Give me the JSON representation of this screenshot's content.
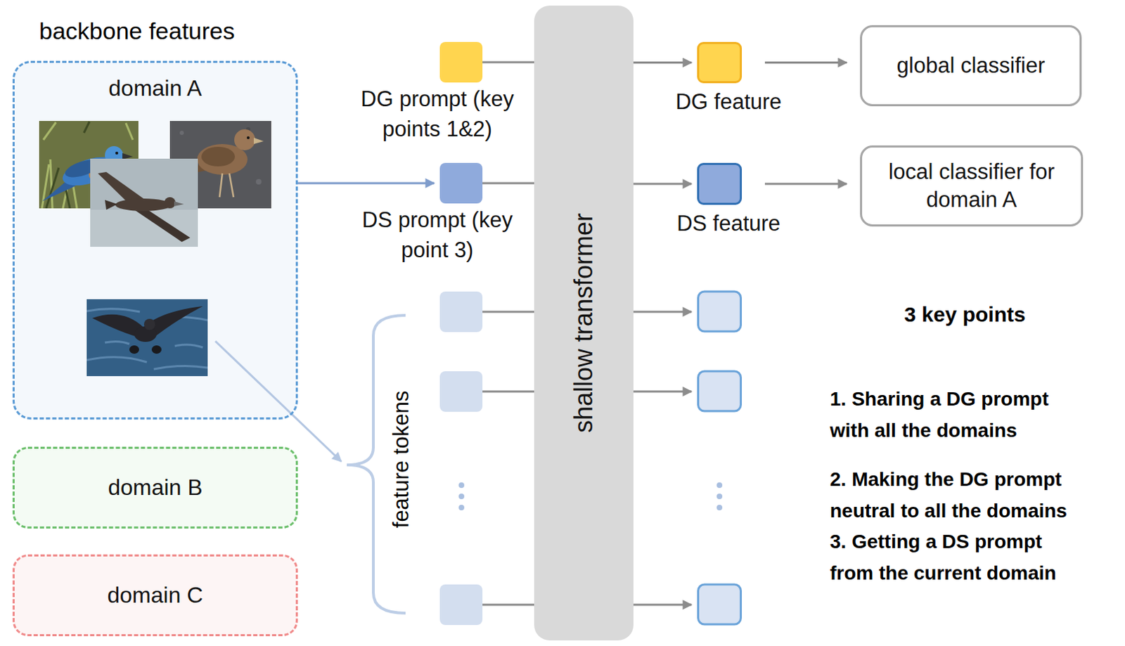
{
  "diagram": {
    "nodes": [
      {
        "text": [
          "domain A"
        ]
      },
      {
        "text": [
          "domain B"
        ]
      },
      {
        "text": [
          "domain C"
        ]
      },
      {
        "text": [
          "DG prompt (key points 1&2)"
        ]
      },
      {
        "text": [
          "DS prompt (key point 3)"
        ]
      },
      {
        "text": [
          "shallow transformer"
        ]
      },
      {
        "text": [
          "DG feature"
        ]
      },
      {
        "text": [
          "DS feature"
        ]
      },
      {
        "text": [
          "global classifier"
        ]
      },
      {
        "text": [
          "local classifier for domain A"
        ]
      }
    ],
    "edges": [
      {
        "from": 0,
        "to": 4,
        "arrow": "to"
      },
      {
        "from": 3,
        "to": 5,
        "arrow": "none"
      },
      {
        "from": 4,
        "to": 5,
        "arrow": "none"
      },
      {
        "from": 5,
        "to": 6,
        "arrow": "to"
      },
      {
        "from": 5,
        "to": 7,
        "arrow": "to"
      },
      {
        "from": 6,
        "to": 8,
        "arrow": "to"
      },
      {
        "from": 7,
        "to": 9,
        "arrow": "to"
      }
    ],
    "labels": [
      "backbone features",
      "feature tokens",
      "3 key points",
      "1. Sharing a DG prompt with all the domains",
      "2. Making the DG prompt neutral to all the domains",
      "3. Getting a DS prompt from the current domain"
    ]
  }
}
